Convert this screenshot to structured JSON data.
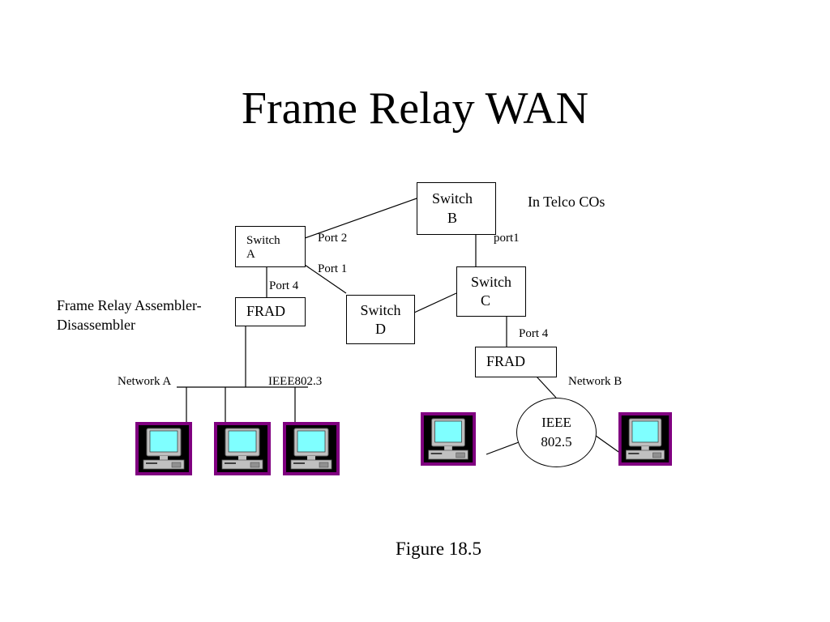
{
  "slide": {
    "title": "Frame Relay WAN",
    "caption": "Figure 18.5"
  },
  "diagram": {
    "switch_a": {
      "line1": "Switch",
      "line2": "A"
    },
    "switch_b": {
      "line1": "Switch",
      "line2": "B"
    },
    "switch_c": {
      "line1": "Switch",
      "line2": "C"
    },
    "switch_d": {
      "line1": "Switch",
      "line2": "D"
    },
    "frad_left": {
      "label": "FRAD"
    },
    "frad_right": {
      "label": "FRAD"
    },
    "ring": {
      "line1": "IEEE",
      "line2": "802.5"
    },
    "labels": {
      "telco": "In Telco COs",
      "port_2": "Port  2",
      "port_1_a": "Port  1",
      "port_4_a": "Port  4",
      "port_1_b": "port1",
      "port_4_c": "Port 4",
      "frad_line1": "Frame Relay Assembler-",
      "frad_line2": "Disassembler",
      "network_a": "Network A",
      "ieee_802_3": "IEEE802.3",
      "network_b": "Network B"
    },
    "colors": {
      "pc_frame": "#800080",
      "pc_screen": "#7fffff",
      "pc_body": "#c0c0c0"
    },
    "icons": {
      "computer": "computer-icon"
    }
  }
}
